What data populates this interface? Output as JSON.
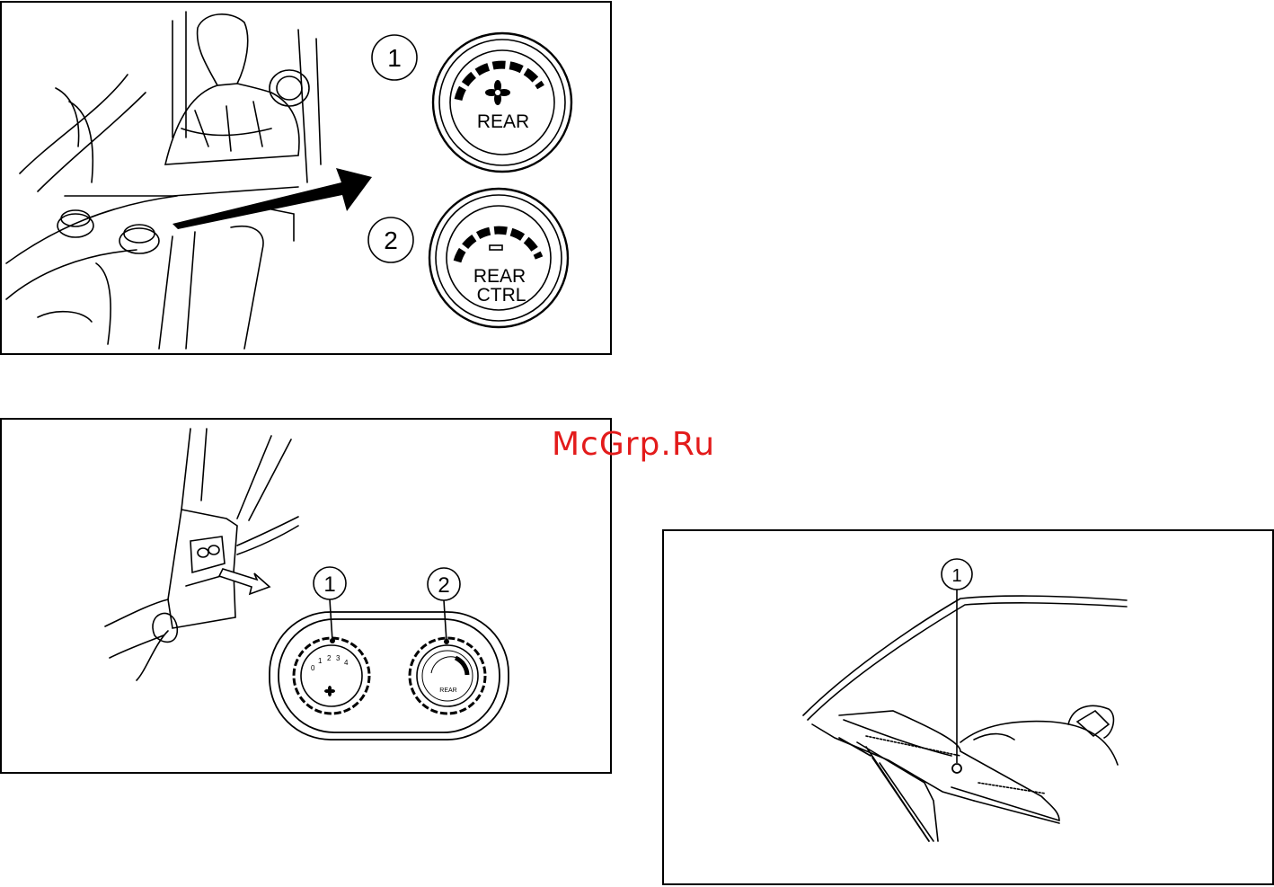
{
  "watermark": {
    "text": "McGrp.Ru",
    "color": "#e31b1b"
  },
  "figure_top": {
    "callout_1": "1",
    "callout_2": "2",
    "switch_1": {
      "icon": "fan-icon",
      "label": "REAR"
    },
    "switch_2": {
      "label_line1": "REAR",
      "label_line2": "CTRL"
    }
  },
  "figure_middle": {
    "callout_1": "1",
    "callout_2": "2",
    "knob_1": {
      "scale": [
        "0",
        "1",
        "2",
        "3",
        "4"
      ],
      "icon": "fan-icon"
    },
    "knob_2": {
      "label": "REAR"
    }
  },
  "figure_right": {
    "callout_1": "1"
  }
}
